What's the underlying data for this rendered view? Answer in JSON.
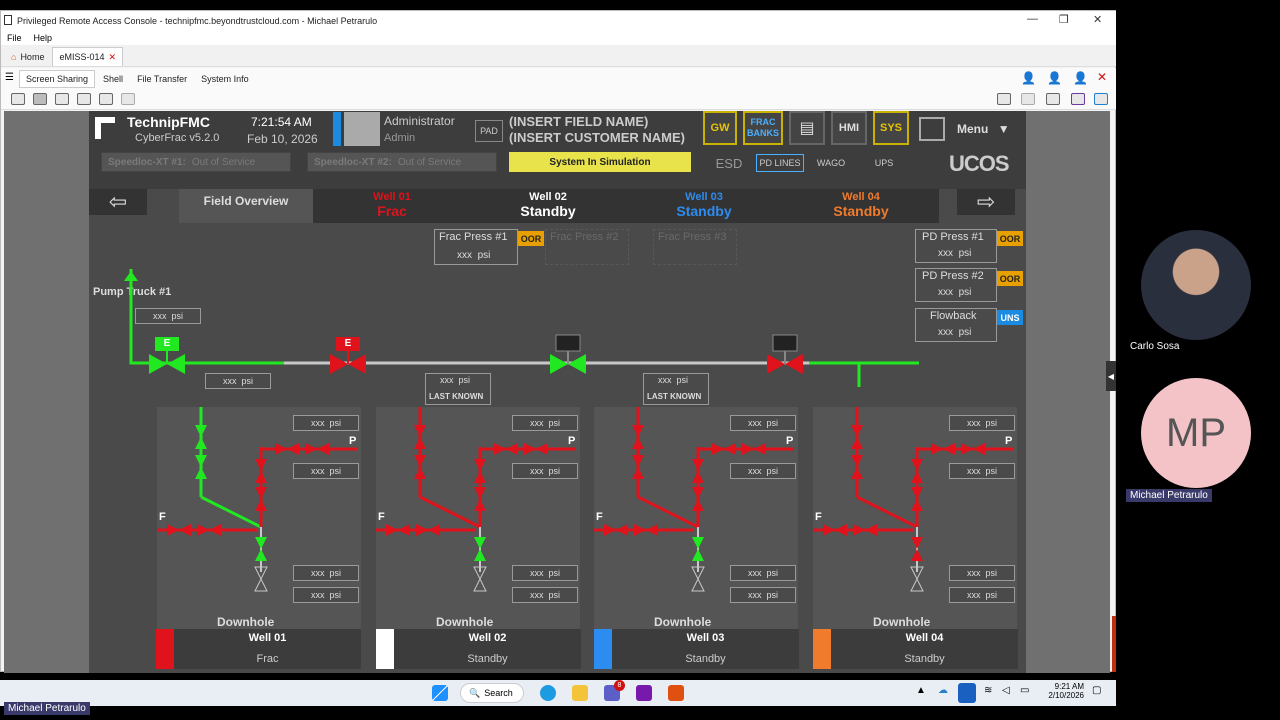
{
  "window": {
    "title": "Privileged Remote Access Console - technipfmc.beyondtrustcloud.com - Michael Petrarulo",
    "menu": [
      "File",
      "Help"
    ],
    "tabs": [
      {
        "label": "Home"
      },
      {
        "label": "eMISS-014"
      }
    ],
    "subtabs": [
      "Screen Sharing",
      "Shell",
      "File Transfer",
      "System Info"
    ]
  },
  "hmi": {
    "brand": "TechnipFMC",
    "product": "CyberFrac v5.2.0",
    "time": "7:21:54 AM",
    "date": "Feb 10, 2026",
    "user_name": "Administrator",
    "user_role": "Admin",
    "pad_label": "PAD",
    "field_name": "(INSERT FIELD NAME)",
    "customer_name": "(INSERT CUSTOMER NAME)",
    "btn_gw": "GW",
    "btn_frac_banks": "FRAC BANKS",
    "btn_hmi": "HMI",
    "btn_sys": "SYS",
    "menu_label": "Menu",
    "speedloc1": "Speedloc-XT #1:",
    "speedloc1_status": "Out of Service",
    "speedloc2": "Speedloc-XT #2:",
    "speedloc2_status": "Out of Service",
    "simulation": "System In Simulation",
    "esd": "ESD",
    "pd_lines": "PD LINES",
    "wago": "WAGO",
    "ups": "UPS",
    "ucos": "UCOS",
    "field_overview": "Field Overview",
    "wells_header": [
      {
        "name": "Well 01",
        "status": "Frac",
        "color": "#e0121b"
      },
      {
        "name": "Well 02",
        "status": "Standby",
        "color": "#ffffff"
      },
      {
        "name": "Well 03",
        "status": "Standby",
        "color": "#2d8cf0"
      },
      {
        "name": "Well 04",
        "status": "Standby",
        "color": "#f07b2d"
      }
    ],
    "frac_press_1": "Frac Press #1",
    "frac_press_2": "Frac Press #2",
    "frac_press_3": "Frac Press #3",
    "pd_press_1": "PD Press #1",
    "pd_press_2": "PD Press #2",
    "flowback": "Flowback",
    "oor": "OOR",
    "uns": "UNS",
    "psi_value": "xxx",
    "psi_unit": "psi",
    "pump_truck": "Pump Truck #1",
    "valve_e": "E",
    "last_known": "LAST KNOWN",
    "f_label": "F",
    "p_label": "P",
    "downhole": "Downhole",
    "wells_footer": [
      {
        "name": "Well 01",
        "status": "Frac",
        "color": "#e0121b"
      },
      {
        "name": "Well 02",
        "status": "Standby",
        "color": "#ffffff"
      },
      {
        "name": "Well 03",
        "status": "Standby",
        "color": "#2d8cf0"
      },
      {
        "name": "Well 04",
        "status": "Standby",
        "color": "#f07b2d"
      }
    ]
  },
  "participants": {
    "p1": "Carlo Sosa",
    "p2_initials": "MP",
    "p2": "Michael Petrarulo",
    "self": "Michael Petrarulo"
  },
  "taskbar": {
    "search": "Search",
    "time": "9:21 AM",
    "date": "2/10/2026",
    "badge": "8"
  },
  "colors": {
    "green": "#22e822",
    "red": "#e0121b",
    "yellow": "#e8d400"
  }
}
